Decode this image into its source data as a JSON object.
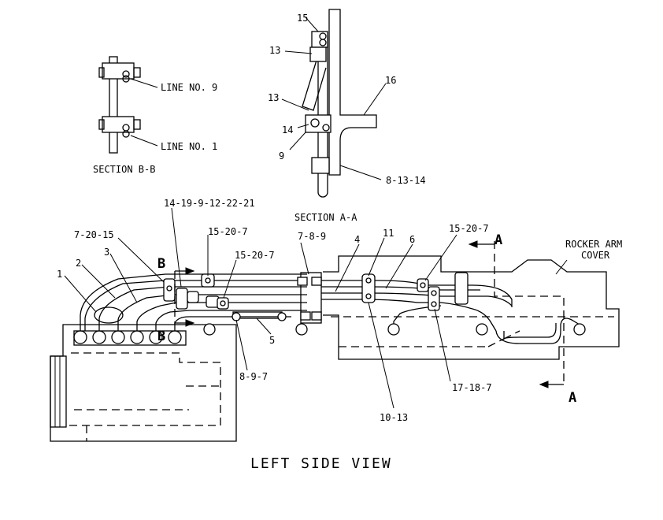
{
  "title": "LEFT SIDE VIEW",
  "sections": {
    "bb": {
      "title": "SECTION B-B",
      "line9": "LINE NO. 9",
      "line1": "LINE NO. 1"
    },
    "aa": {
      "title": "SECTION A-A",
      "c15": "15",
      "c13a": "13",
      "c13b": "13",
      "c16": "16",
      "c14": "14",
      "c9": "9",
      "c81314": "8-13-14"
    }
  },
  "callouts": {
    "c1": "1",
    "c2": "2",
    "c3": "3",
    "c4": "4",
    "c5": "5",
    "c6": "6",
    "c11": "11",
    "c72015": "7-20-15",
    "c141912": "14-19-9-12-22-21",
    "c15207a": "15-20-7",
    "c15207b": "15-20-7",
    "c15207c": "15-20-7",
    "c789": "7-8-9",
    "c897": "8-9-7",
    "c1013": "10-13",
    "c17187": "17-18-7",
    "rocker1": "ROCKER ARM",
    "rocker2": "COVER"
  },
  "markers": {
    "b_top": "B",
    "b_bottom": "B",
    "a_top": "A",
    "a_bottom": "A"
  }
}
